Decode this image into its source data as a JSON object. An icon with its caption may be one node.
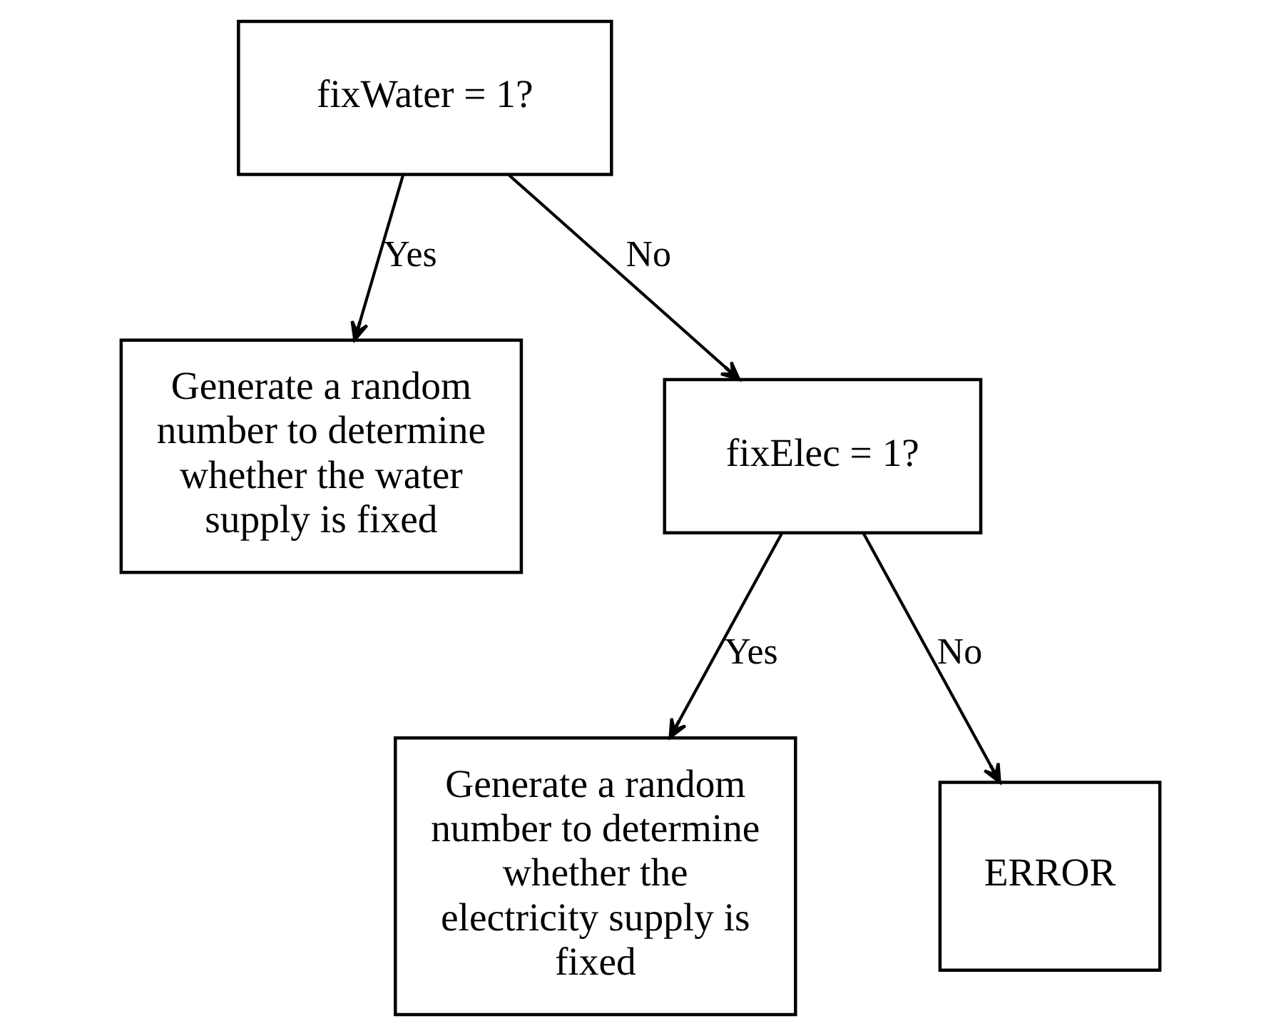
{
  "diagram": {
    "nodes": [
      {
        "text": [
          "fixWater = 1?"
        ]
      },
      {
        "text": [
          "Generate a random number to determine whether the water supply is fixed"
        ]
      },
      {
        "text": [
          "fixElec = 1?"
        ]
      },
      {
        "text": [
          "Generate a random number to determine whether the electricity supply is fixed"
        ]
      },
      {
        "text": [
          "ERROR"
        ]
      }
    ],
    "edges": [
      {
        "from": 0,
        "to": 1,
        "arrow": "to",
        "label": "Yes"
      },
      {
        "from": 0,
        "to": 2,
        "arrow": "to",
        "label": "No"
      },
      {
        "from": 2,
        "to": 3,
        "arrow": "to",
        "label": "Yes"
      },
      {
        "from": 2,
        "to": 4,
        "arrow": "to",
        "label": "No"
      }
    ]
  }
}
